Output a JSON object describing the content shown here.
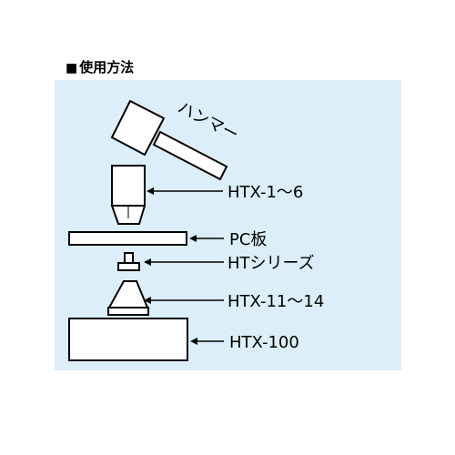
{
  "heading": {
    "marker": "■",
    "text": "使用方法"
  },
  "labels": {
    "hammer": "ハンマー",
    "htx_1_6": "HTX-1～6",
    "pc_board": "PC板",
    "ht_series": "HTシリーズ",
    "htx_11_14": "HTX-11～14",
    "htx_100": "HTX-100"
  },
  "colors": {
    "panel": "#dbeef9",
    "part_fill": "#ffffff",
    "line": "#000000"
  }
}
